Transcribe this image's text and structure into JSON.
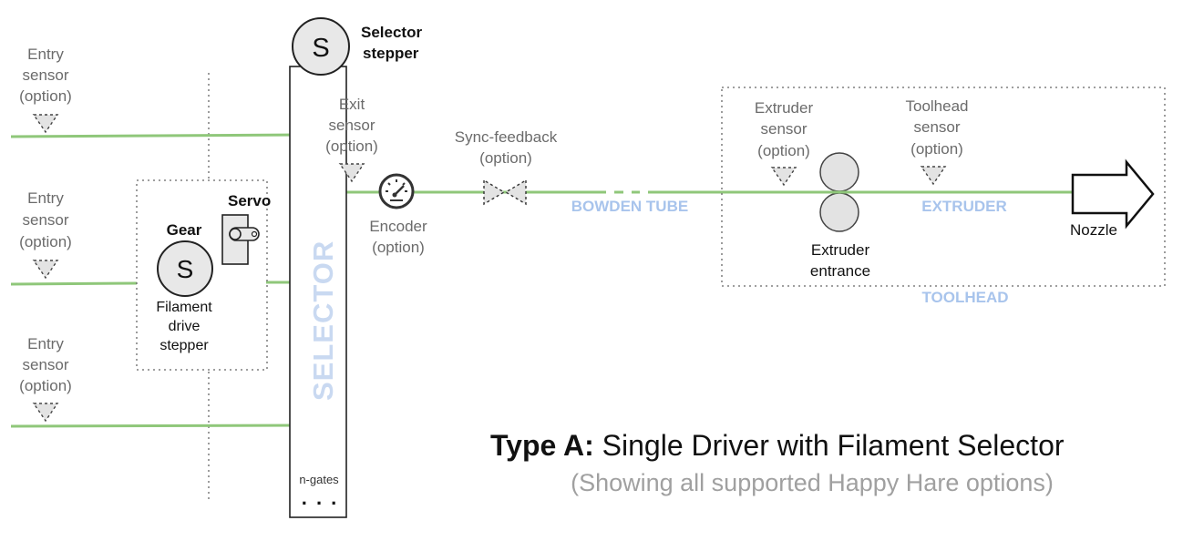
{
  "colors": {
    "filament": "#8fc77a",
    "region_label": "#a8c4ec",
    "sensor_fill": "#e3e3e3"
  },
  "entry_sensor": {
    "line1": "Entry",
    "line2": "sensor",
    "line3": "(option)"
  },
  "gear": {
    "label": "Gear",
    "motor_symbol": "S",
    "caption1": "Filament",
    "caption2": "drive",
    "caption3": "stepper"
  },
  "servo": {
    "label": "Servo"
  },
  "selector": {
    "stepper_symbol": "S",
    "stepper_label1": "Selector",
    "stepper_label2": "stepper",
    "vertical_label": "SELECTOR",
    "gates_label": "n-gates",
    "gates_dots": ". . ."
  },
  "exit_sensor": {
    "line1": "Exit",
    "line2": "sensor",
    "line3": "(option)"
  },
  "encoder": {
    "line1": "Encoder",
    "line2": "(option)"
  },
  "sync_feedback": {
    "line1": "Sync-feedback",
    "line2": "(option)"
  },
  "bowden_tube": {
    "label": "BOWDEN TUBE"
  },
  "toolhead": {
    "label": "TOOLHEAD",
    "extruder_sensor": {
      "line1": "Extruder",
      "line2": "sensor",
      "line3": "(option)"
    },
    "toolhead_sensor": {
      "line1": "Toolhead",
      "line2": "sensor",
      "line3": "(option)"
    },
    "extruder_label": "EXTRUDER",
    "extruder_entrance": {
      "line1": "Extruder",
      "line2": "entrance"
    },
    "nozzle": "Nozzle"
  },
  "title": {
    "bold": "Type A:",
    "rest": " Single Driver with Filament Selector",
    "subtitle": "(Showing all supported Happy Hare options)"
  }
}
